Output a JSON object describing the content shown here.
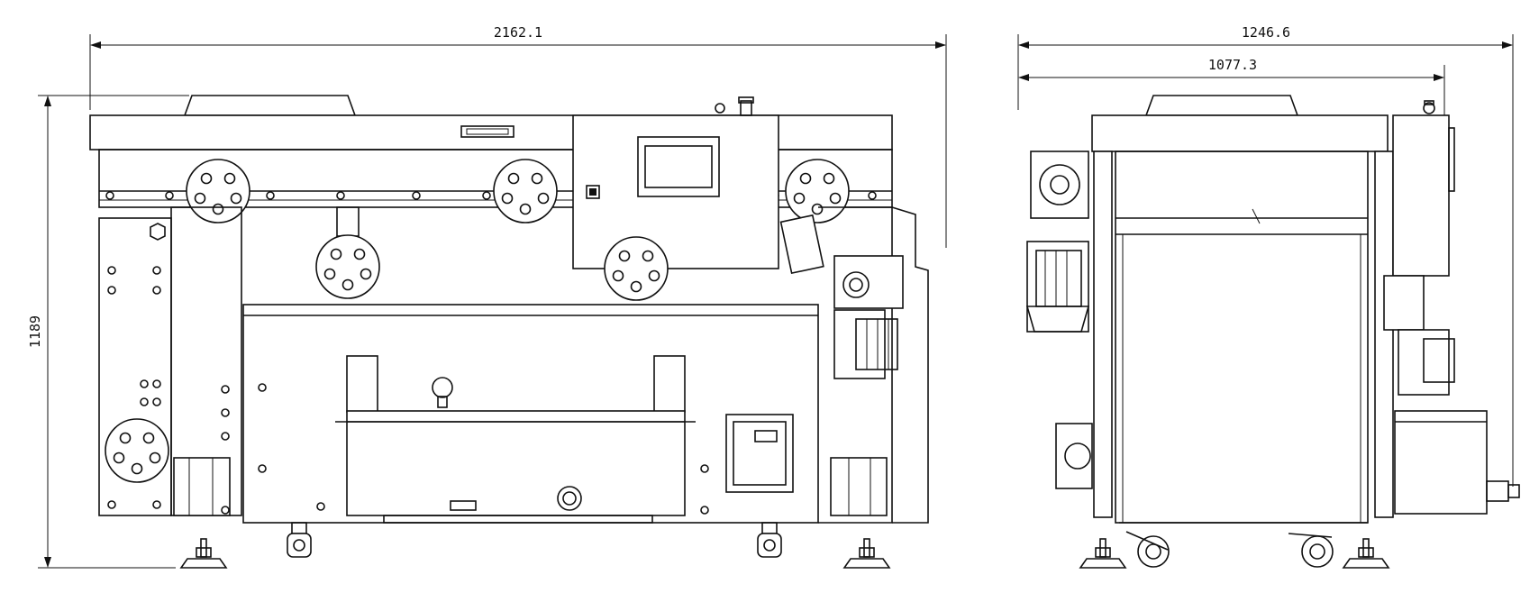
{
  "dimensions": {
    "front_width": "2162.1",
    "front_height": "1189",
    "side_overall_width": "1246.6",
    "side_body_width": "1077.3"
  }
}
